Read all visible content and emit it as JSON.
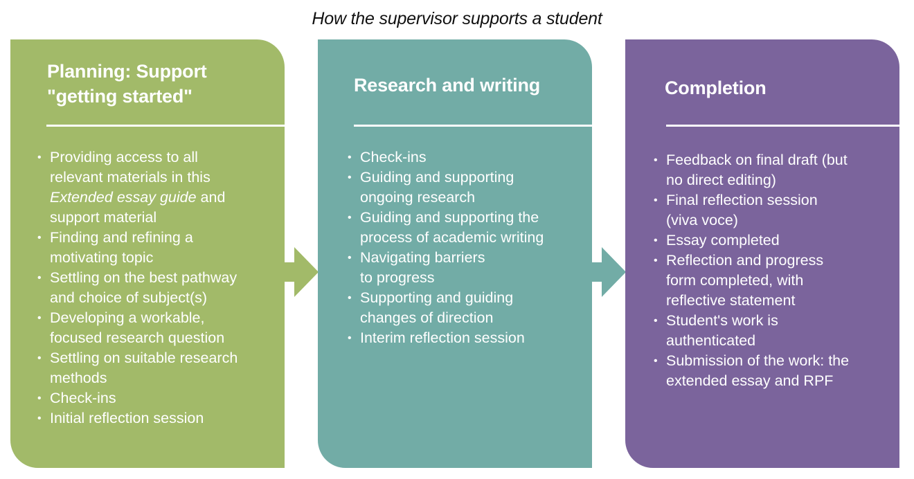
{
  "title": "How the supervisor supports a student",
  "colors": {
    "planning": "#a2ba69",
    "research": "#72aca6",
    "completion": "#7b649c",
    "text": "#ffffff",
    "title_text": "#111111"
  },
  "stages": [
    {
      "id": "planning",
      "heading_lines": [
        "Planning: Support",
        "\"getting started\""
      ],
      "items": [
        {
          "lines": [
            "Providing access to all",
            "relevant materials in this",
            "Extended essay guide and",
            "support material"
          ],
          "italic_phrase": "Extended essay guide"
        },
        {
          "lines": [
            "Finding and refining a",
            "motivating topic"
          ]
        },
        {
          "lines": [
            "Settling on the best pathway",
            "and choice of subject(s)"
          ]
        },
        {
          "lines": [
            "Developing a workable,",
            "focused research question"
          ]
        },
        {
          "lines": [
            "Settling on suitable research",
            "methods"
          ]
        },
        {
          "lines": [
            "Check-ins"
          ]
        },
        {
          "lines": [
            "Initial reflection session"
          ]
        }
      ]
    },
    {
      "id": "research",
      "heading_lines": [
        "Research and writing"
      ],
      "items": [
        {
          "lines": [
            "Check-ins"
          ]
        },
        {
          "lines": [
            "Guiding and supporting",
            "ongoing research"
          ]
        },
        {
          "lines": [
            "Guiding and supporting the",
            "process of academic writing"
          ]
        },
        {
          "lines": [
            "Navigating barriers",
            "to progress"
          ]
        },
        {
          "lines": [
            "Supporting and guiding",
            "changes of direction"
          ]
        },
        {
          "lines": [
            "Interim reflection session"
          ]
        }
      ]
    },
    {
      "id": "completion",
      "heading_lines": [
        "Completion"
      ],
      "items": [
        {
          "lines": [
            "Feedback on final draft (but",
            "no direct editing)"
          ]
        },
        {
          "lines": [
            "Final reflection session",
            "(viva voce)"
          ]
        },
        {
          "lines": [
            "Essay completed"
          ]
        },
        {
          "lines": [
            "Reflection and progress",
            "form completed, with",
            "reflective statement"
          ]
        },
        {
          "lines": [
            "Student's work is",
            "authenticated"
          ]
        },
        {
          "lines": [
            "Submission of the work: the",
            "extended essay and RPF"
          ]
        }
      ]
    }
  ],
  "bullet": "•",
  "arrows": [
    {
      "from": "planning",
      "to": "research",
      "icon": "arrow-right-icon"
    },
    {
      "from": "research",
      "to": "completion",
      "icon": "arrow-right-icon"
    }
  ]
}
